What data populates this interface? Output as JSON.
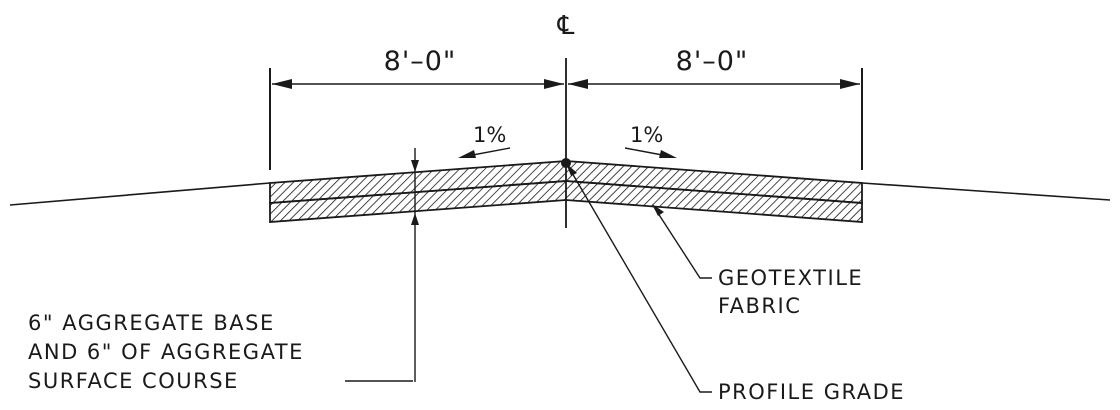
{
  "diagram": {
    "centerline_symbol": "℄",
    "dimension_left": "8'–0\"",
    "dimension_right": "8'–0\"",
    "slope_left": "1%",
    "slope_right": "1%",
    "label_geotextile_line1": "GEOTEXTILE",
    "label_geotextile_line2": "FABRIC",
    "label_profile_grade": "PROFILE GRADE",
    "label_base_line1": "6\" AGGREGATE BASE",
    "label_base_line2": "AND 6\" OF AGGREGATE",
    "label_base_line3": "SURFACE COURSE",
    "line_color": "#1a1a1a"
  }
}
